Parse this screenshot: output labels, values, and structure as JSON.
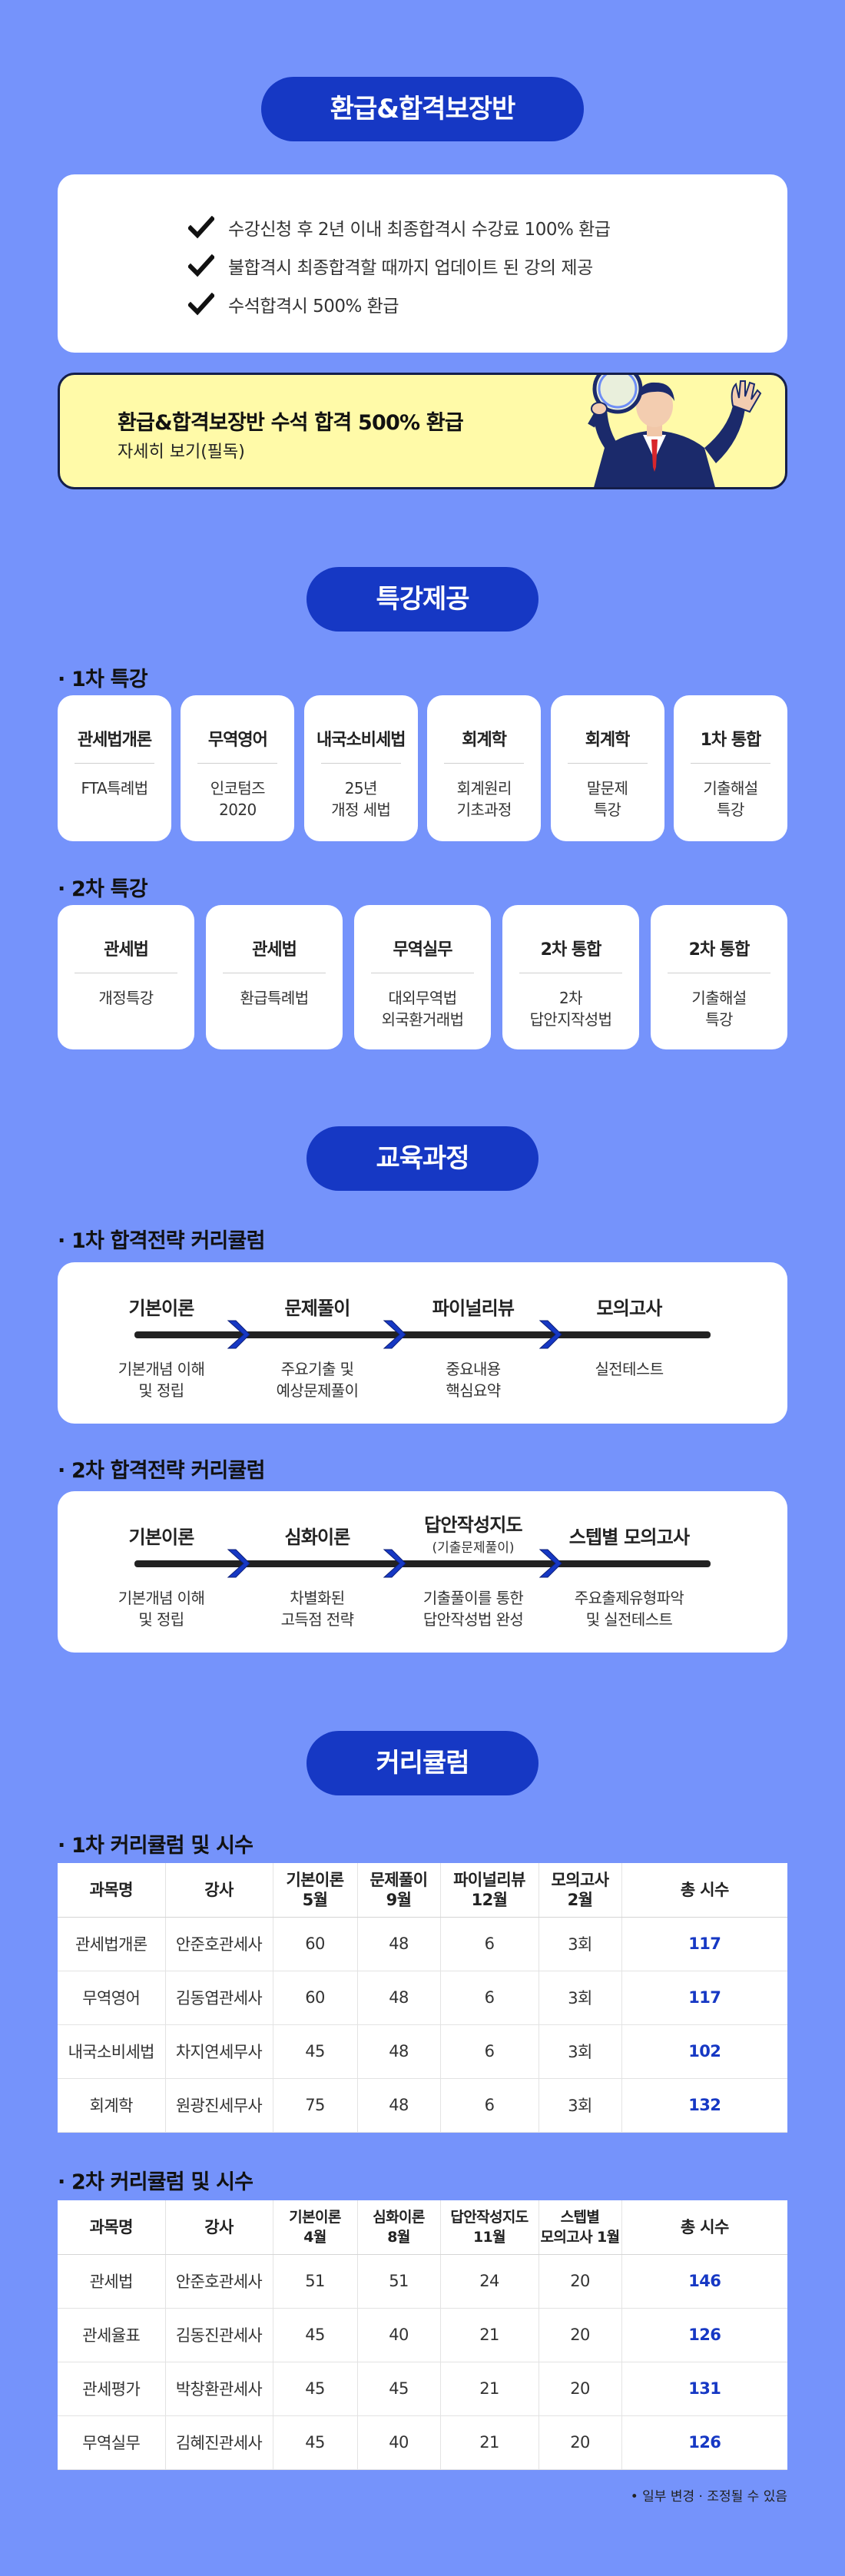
{
  "refund": {
    "title": "환급&합격보장반",
    "checks": [
      "수강신청 후 2년 이내 최종합격시 수강료 100% 환급",
      "불합격시 최종합격할 때까지 업데이트 된 강의 제공",
      "수석합격시 500% 환급"
    ],
    "banner_title": "환급&합격보장반 수석 합격 500% 환급",
    "banner_sub": "자세히 보기(필독)"
  },
  "special": {
    "title": "특강제공",
    "first_label": "· 1차 특강",
    "first_cards": [
      {
        "title": "관세법개론",
        "desc": "FTA특례법"
      },
      {
        "title": "무역영어",
        "desc": "인코텀즈\n2020"
      },
      {
        "title": "내국소비세법",
        "desc": "25년\n개정 세법"
      },
      {
        "title": "회계학",
        "desc": "회계원리\n기초과정"
      },
      {
        "title": "회계학",
        "desc": "말문제\n특강"
      },
      {
        "title": "1차 통합",
        "desc": "기출해설\n특강"
      }
    ],
    "second_label": "· 2차 특강",
    "second_cards": [
      {
        "title": "관세법",
        "desc": "개정특강"
      },
      {
        "title": "관세법",
        "desc": "환급특례법"
      },
      {
        "title": "무역실무",
        "desc": "대외무역법\n외국환거래법"
      },
      {
        "title": "2차 통합",
        "desc": "2차\n답안지작성법"
      },
      {
        "title": "2차 통합",
        "desc": "기출해설\n특강"
      }
    ]
  },
  "education": {
    "title": "교육과정",
    "first_label": "· 1차 합격전략 커리큘럼",
    "first_steps": [
      {
        "title": "기본이론",
        "sub": "",
        "desc": "기본개념 이해\n및 정립"
      },
      {
        "title": "문제풀이",
        "sub": "",
        "desc": "주요기출 및\n예상문제풀이"
      },
      {
        "title": "파이널리뷰",
        "sub": "",
        "desc": "중요내용\n핵심요약"
      },
      {
        "title": "모의고사",
        "sub": "",
        "desc": "실전테스트"
      }
    ],
    "second_label": "· 2차 합격전략 커리큘럼",
    "second_steps": [
      {
        "title": "기본이론",
        "sub": "",
        "desc": "기본개념 이해\n및 정립"
      },
      {
        "title": "심화이론",
        "sub": "",
        "desc": "차별화된\n고득점 전략"
      },
      {
        "title": "답안작성지도",
        "sub": "(기출문제풀이)",
        "desc": "기출풀이를 통한\n답안작성법 완성"
      },
      {
        "title": "스텝별 모의고사",
        "sub": "",
        "desc": "주요출제유형파악\n및 실전테스트"
      }
    ]
  },
  "curriculum": {
    "title": "커리큘럼",
    "first_label": "· 1차 커리큘럼 및 시수",
    "first_headers": [
      "과목명",
      "강사",
      "기본이론\n5월",
      "문제풀이\n9월",
      "파이널리뷰\n12월",
      "모의고사\n2월",
      "총 시수"
    ],
    "first_rows": [
      [
        "관세법개론",
        "안준호관세사",
        "60",
        "48",
        "6",
        "3회",
        "117"
      ],
      [
        "무역영어",
        "김동엽관세사",
        "60",
        "48",
        "6",
        "3회",
        "117"
      ],
      [
        "내국소비세법",
        "차지연세무사",
        "45",
        "48",
        "6",
        "3회",
        "102"
      ],
      [
        "회계학",
        "원광진세무사",
        "75",
        "48",
        "6",
        "3회",
        "132"
      ]
    ],
    "second_label": "· 2차 커리큘럼 및 시수",
    "second_headers": [
      "과목명",
      "강사",
      "기본이론\n4월",
      "심화이론\n8월",
      "답안작성지도\n11월",
      "스텝별\n모의고사 1월",
      "총 시수"
    ],
    "second_rows": [
      [
        "관세법",
        "안준호관세사",
        "51",
        "51",
        "24",
        "20",
        "146"
      ],
      [
        "관세율표",
        "김동진관세사",
        "45",
        "40",
        "21",
        "20",
        "126"
      ],
      [
        "관세평가",
        "박창환관세사",
        "45",
        "45",
        "21",
        "20",
        "131"
      ],
      [
        "무역실무",
        "김혜진관세사",
        "45",
        "40",
        "21",
        "20",
        "126"
      ]
    ],
    "note": "• 일부 변경 · 조정될 수 있음"
  },
  "colors": {
    "background": "#7593fb",
    "accent": "#1638c4",
    "banner": "#fffaa8"
  }
}
